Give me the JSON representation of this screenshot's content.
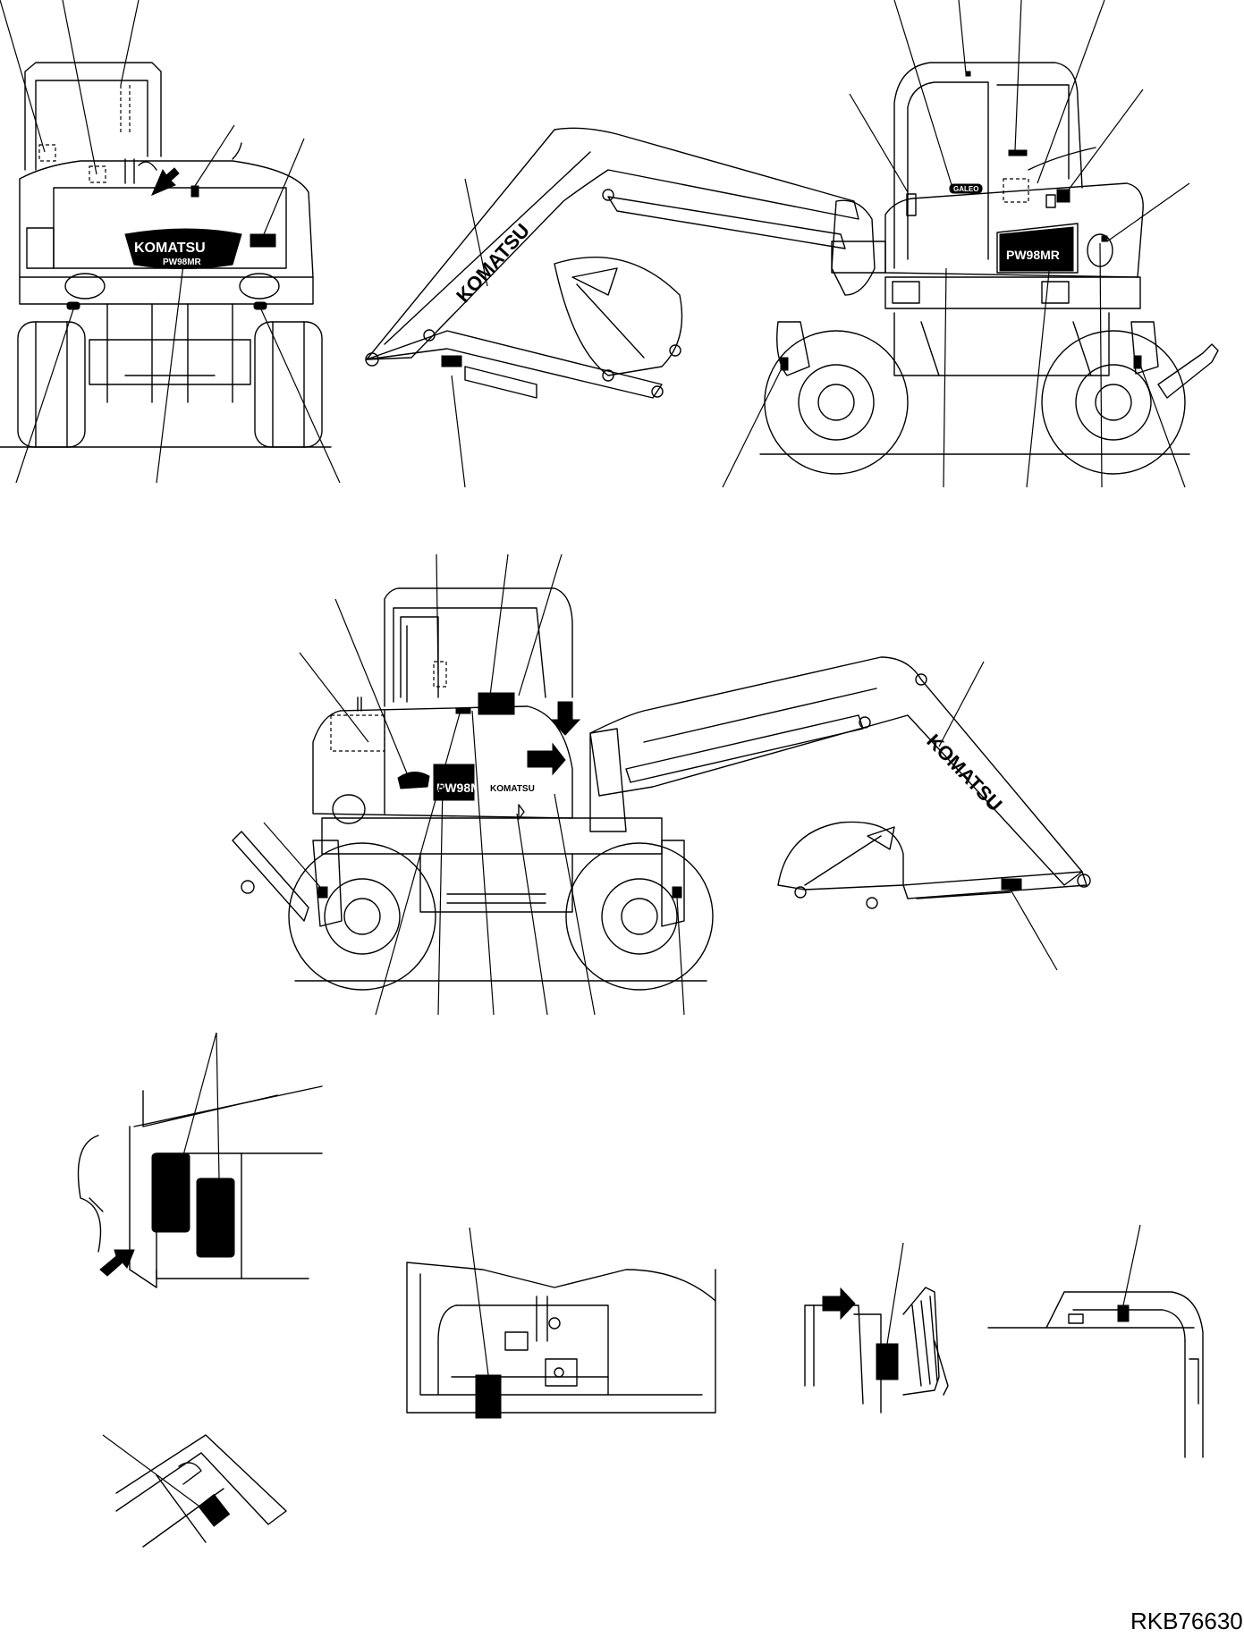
{
  "brand_label": "KOMATSU",
  "model_label": "PW98MR",
  "cab_badge": "GALEO",
  "drawing_code": "RKB76630",
  "colors": {
    "line": "#000000",
    "background": "#ffffff"
  }
}
